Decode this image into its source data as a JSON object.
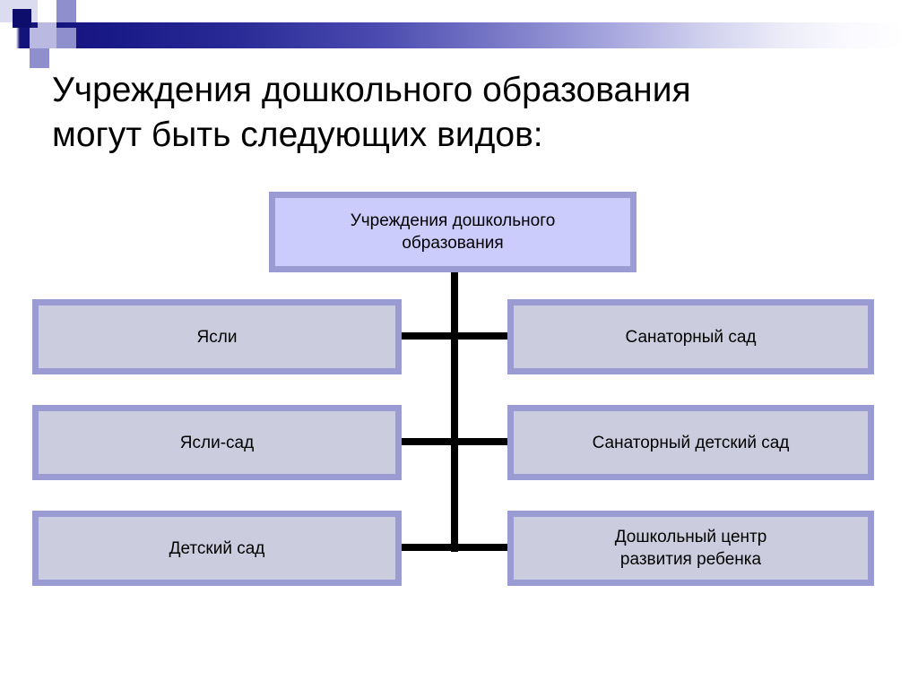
{
  "slide": {
    "title": "Учреждения дошкольного образования\nмогут быть следующих видов:",
    "background_color": "#ffffff"
  },
  "banner": {
    "name": "decorative-header-band",
    "gradient_from": "#14137a",
    "gradient_to": "#ffffff",
    "tile_navy": "#0d0d6b",
    "tile_mid": "#8f8fcd",
    "tile_light": "#b9b9e2",
    "tile_pale": "#dcdcf1"
  },
  "diagram": {
    "type": "organizational-chart",
    "root": {
      "label": "Учреждения дошкольного\nобразования",
      "fill": "#ccccfc",
      "border": "#9b9bd4"
    },
    "connector_color": "#000000",
    "left_column": [
      {
        "label": "Ясли"
      },
      {
        "label": "Ясли-сад"
      },
      {
        "label": "Детский сад"
      }
    ],
    "right_column": [
      {
        "label": "Санаторный сад"
      },
      {
        "label": "Санаторный детский сад"
      },
      {
        "label": "Дошкольный центр\nразвития ребенка"
      }
    ],
    "leaf_fill": "#ccccdf",
    "leaf_border": "#9b9bd4"
  }
}
